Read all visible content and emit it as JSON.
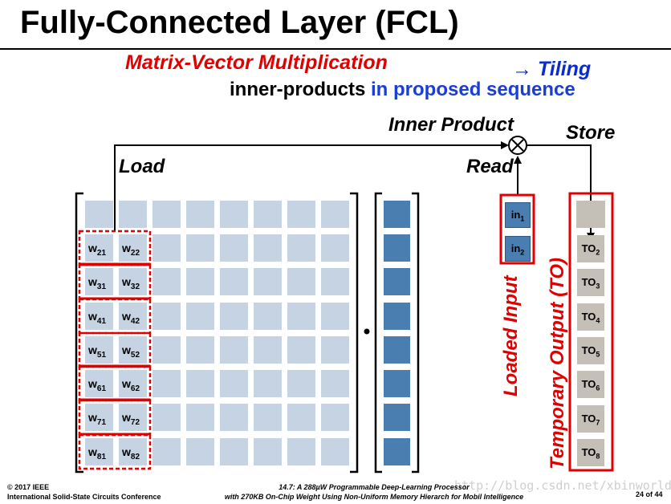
{
  "slide": {
    "title": "Fully-Connected Layer (FCL)",
    "subtitle": "Matrix-Vector Multiplication",
    "tiling": "→ Tiling",
    "sequence_prefix": "inner-products ",
    "sequence_suffix": "in proposed sequence"
  },
  "labels": {
    "load": "Load",
    "inner_product": "Inner Product",
    "store": "Store",
    "read": "Read",
    "loaded_input": "Loaded Input",
    "temporary_output": "Temporary Output (TO)"
  },
  "weights": [
    {
      "a": "w",
      "a_sub": "21",
      "b": "w",
      "b_sub": "22"
    },
    {
      "a": "w",
      "a_sub": "31",
      "b": "w",
      "b_sub": "32"
    },
    {
      "a": "w",
      "a_sub": "41",
      "b": "w",
      "b_sub": "42"
    },
    {
      "a": "w",
      "a_sub": "51",
      "b": "w",
      "b_sub": "52"
    },
    {
      "a": "w",
      "a_sub": "61",
      "b": "w",
      "b_sub": "62"
    },
    {
      "a": "w",
      "a_sub": "71",
      "b": "w",
      "b_sub": "72"
    },
    {
      "a": "w",
      "a_sub": "81",
      "b": "w",
      "b_sub": "82"
    }
  ],
  "inputs": [
    {
      "text": "in",
      "sub": "1"
    },
    {
      "text": "in",
      "sub": "2"
    }
  ],
  "temp_outputs": [
    {
      "text": "TO",
      "sub": "2"
    },
    {
      "text": "TO",
      "sub": "3"
    },
    {
      "text": "TO",
      "sub": "4"
    },
    {
      "text": "TO",
      "sub": "5"
    },
    {
      "text": "TO",
      "sub": "6"
    },
    {
      "text": "TO",
      "sub": "7"
    },
    {
      "text": "TO",
      "sub": "8"
    }
  ],
  "footer": {
    "copyright": "© 2017 IEEE",
    "conference": "International Solid-State Circuits Conference",
    "paper_line1": "14.7: A 288µW Programmable Deep-Learning Processor",
    "paper_line2": "with 270KB On-Chip Weight Using Non-Uniform Memory Hierarch for Mobil Intelligence",
    "page": "24 of 44"
  },
  "watermark": "http://blog.csdn.net/xbinworld",
  "colors": {
    "accent_red": "#e00000",
    "accent_blue": "#1a3ed4",
    "matrix_cell": "#c5d3e3",
    "vector_cell": "#4a7eb0",
    "output_cell": "#c4bfb7"
  }
}
